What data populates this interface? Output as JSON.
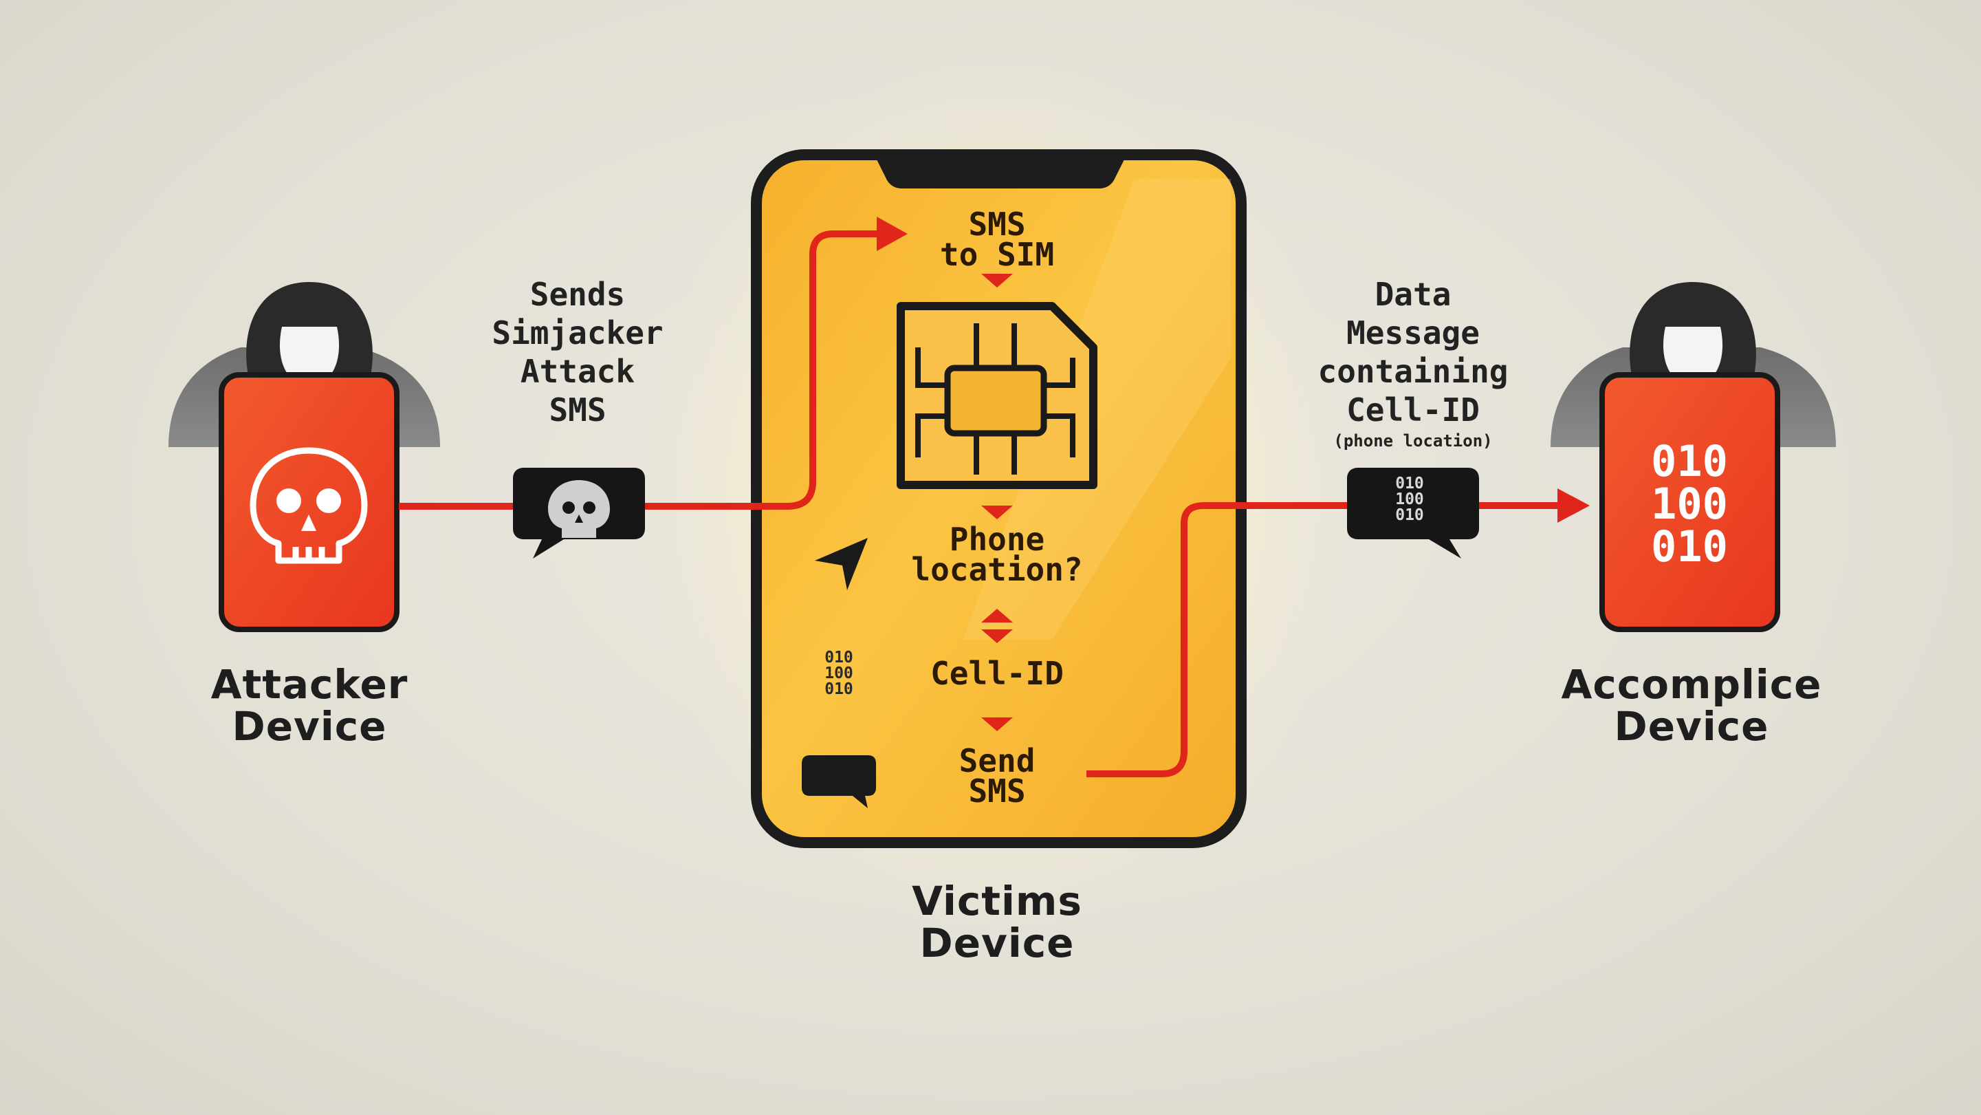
{
  "nodes": {
    "attacker": {
      "title": [
        "Attacker",
        "Device"
      ]
    },
    "victim": {
      "title": [
        "Victims",
        "Device"
      ],
      "steps": {
        "sms_to_sim": [
          "SMS",
          "to SIM"
        ],
        "phone_location": [
          "Phone",
          "location?"
        ],
        "cell_id": "Cell-ID",
        "send_sms": [
          "Send",
          "SMS"
        ]
      },
      "binary_small": [
        "010",
        "100",
        "010"
      ]
    },
    "accomplice": {
      "title": [
        "Accomplice",
        "Device"
      ],
      "binary": [
        "010",
        "100",
        "010"
      ]
    }
  },
  "edges": {
    "attack": {
      "label": [
        "Sends",
        "Simjacker",
        "Attack",
        "SMS"
      ]
    },
    "exfil": {
      "label": [
        "Data",
        "Message",
        "containing",
        "Cell-ID"
      ],
      "sublabel": "(phone location)",
      "bubble_binary": [
        "010",
        "100",
        "010"
      ]
    }
  },
  "colors": {
    "background": "#e4e1d7",
    "arrow": "#e0251b",
    "phone_body": "#f8b833",
    "attacker_device": "#ef4a25",
    "bubble": "#161616",
    "outline": "#1a1a1a"
  },
  "icons": [
    "hooded-figure-icon",
    "skull-icon",
    "sim-card-icon",
    "location-arrow-icon",
    "binary-icon",
    "chat-bubble-icon"
  ]
}
